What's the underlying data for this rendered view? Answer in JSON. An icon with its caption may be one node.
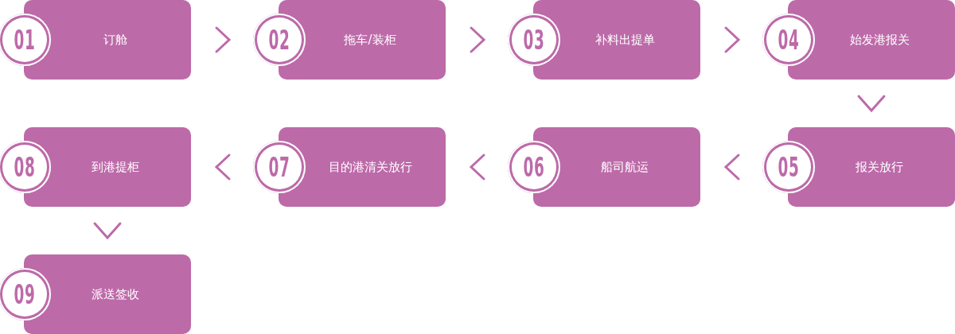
{
  "diagram": {
    "nodes": [
      {
        "text": [
          "01",
          "订舱"
        ]
      },
      {
        "text": [
          "02",
          "拖车/装柜"
        ]
      },
      {
        "text": [
          "03",
          "补料出提单"
        ]
      },
      {
        "text": [
          "04",
          "始发港报关"
        ]
      },
      {
        "text": [
          "05",
          "报关放行"
        ]
      },
      {
        "text": [
          "06",
          "船司航运"
        ]
      },
      {
        "text": [
          "07",
          "目的港清关放行"
        ]
      },
      {
        "text": [
          "08",
          "到港提柜"
        ]
      },
      {
        "text": [
          "09",
          "派送签收"
        ]
      }
    ],
    "edges": [
      {
        "from": 0,
        "to": 1,
        "arrow": "to"
      },
      {
        "from": 1,
        "to": 2,
        "arrow": "to"
      },
      {
        "from": 2,
        "to": 3,
        "arrow": "to"
      },
      {
        "from": 3,
        "to": 4,
        "arrow": "to"
      },
      {
        "from": 4,
        "to": 5,
        "arrow": "to"
      },
      {
        "from": 5,
        "to": 6,
        "arrow": "to"
      },
      {
        "from": 6,
        "to": 7,
        "arrow": "to"
      },
      {
        "from": 7,
        "to": 8,
        "arrow": "to"
      }
    ]
  }
}
